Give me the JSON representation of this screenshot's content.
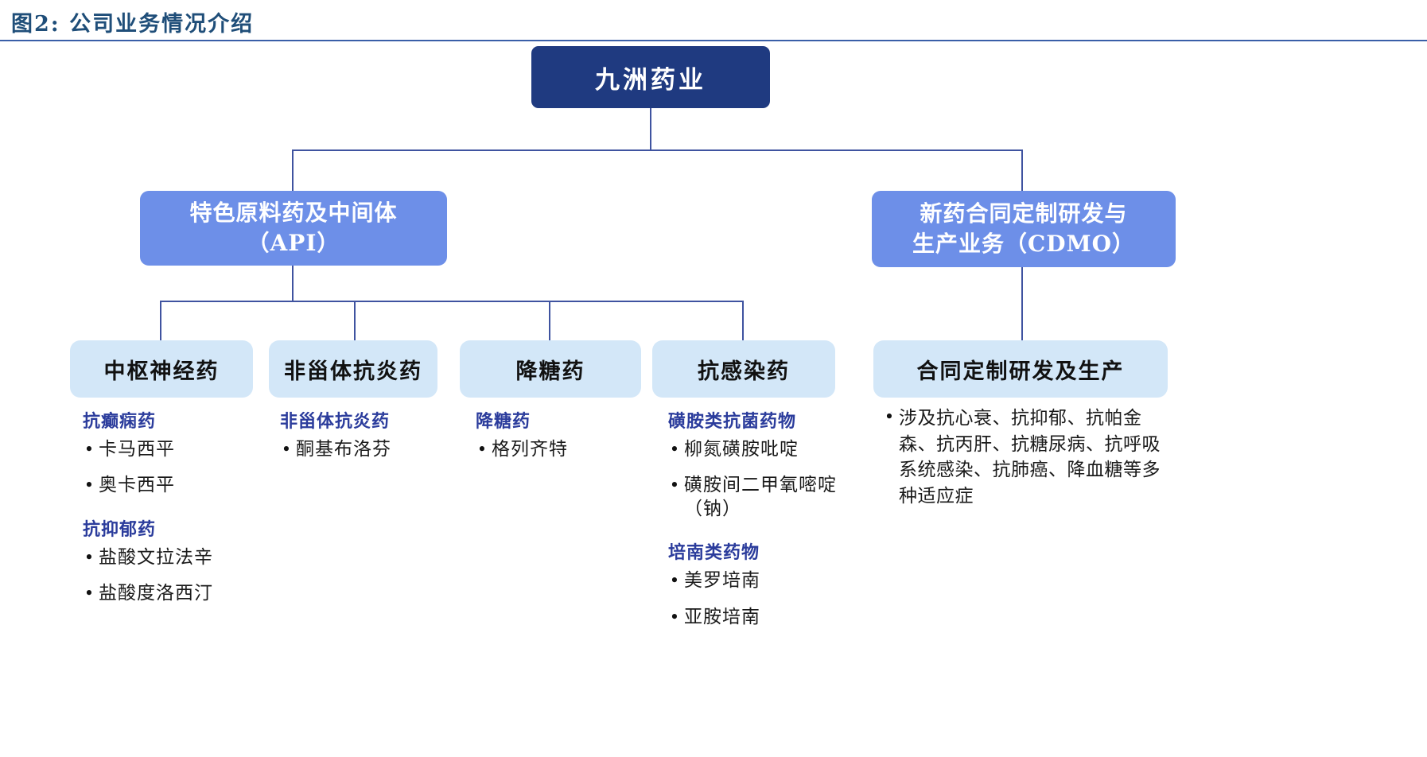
{
  "title": {
    "figure_label": "图2:",
    "text": "图2: 公司业务情况介绍"
  },
  "colors": {
    "root_node": "#1F3A80",
    "level2_node": "#6D8FE8",
    "level3_node": "#D3E7F8",
    "connector": "#3F53A0",
    "category_header": "#2B3C9C",
    "title": "#1F4E79",
    "rule": "#3A5FA8"
  },
  "tree": {
    "root": {
      "label": "九洲药业"
    },
    "level2": [
      {
        "label": "特色原料药及中间体\n（API）"
      },
      {
        "label": "新药合同定制研发与\n生产业务（CDMO）"
      }
    ],
    "level3": [
      {
        "label": "中枢神经药"
      },
      {
        "label": "非甾体抗炎药"
      },
      {
        "label": "降糖药"
      },
      {
        "label": "抗感染药"
      },
      {
        "label": "合同定制研发及生产"
      }
    ]
  },
  "columns": [
    {
      "box": "中枢神经药",
      "groups": [
        {
          "header": "抗癫痫药",
          "items": [
            "卡马西平",
            "奥卡西平"
          ]
        },
        {
          "header": "抗抑郁药",
          "items": [
            "盐酸文拉法辛",
            "盐酸度洛西汀"
          ]
        }
      ]
    },
    {
      "box": "非甾体抗炎药",
      "groups": [
        {
          "header": "非甾体抗炎药",
          "items": [
            "酮基布洛芬"
          ]
        }
      ]
    },
    {
      "box": "降糖药",
      "groups": [
        {
          "header": "降糖药",
          "items": [
            "格列齐特"
          ]
        }
      ]
    },
    {
      "box": "抗感染药",
      "groups": [
        {
          "header": "磺胺类抗菌药物",
          "items": [
            "柳氮磺胺吡啶",
            "磺胺间二甲氧嘧啶（钠）"
          ]
        },
        {
          "header": "培南类药物",
          "items": [
            "美罗培南",
            "亚胺培南"
          ]
        }
      ]
    },
    {
      "box": "合同定制研发及生产",
      "groups": [
        {
          "header": "",
          "items": [
            "涉及抗心衰、抗抑郁、抗帕金森、抗丙肝、抗糖尿病、抗呼吸系统感染、抗肺癌、降血糖等多种适应症"
          ]
        }
      ]
    }
  ],
  "bullet_glyph": "•"
}
